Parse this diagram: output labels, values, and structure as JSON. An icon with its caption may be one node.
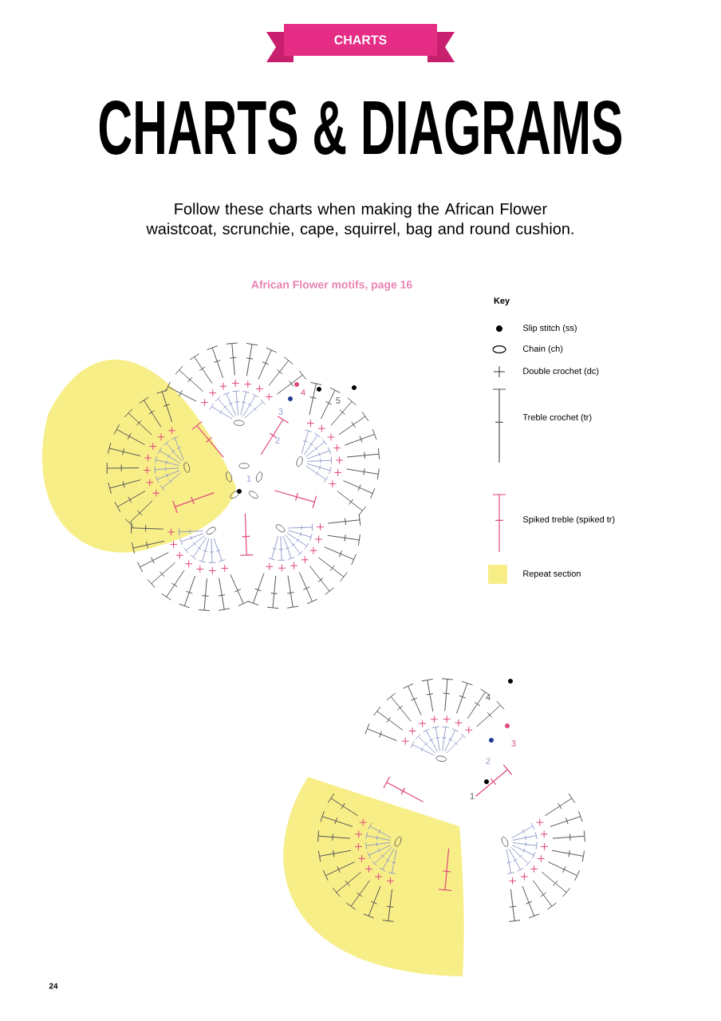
{
  "diagram": {
    "title": "CHARTS & DIAGRAMS",
    "labels": [
      "CHARTS",
      "Follow these charts when making the African Flower waistcoat, scrunchie, cape, squirrel, bag and round cushion.",
      "African Flower motifs, page 16",
      "Key",
      "1",
      "2",
      "3",
      "4",
      "5",
      "1",
      "2",
      "3",
      "4",
      "24"
    ],
    "legend": [
      {
        "text": "Slip stitch (ss)"
      },
      {
        "text": "Chain (ch)"
      },
      {
        "text": "Double crochet (dc)"
      },
      {
        "text": "Treble crochet (tr)"
      },
      {
        "text": "Spiked treble (spiked tr)"
      },
      {
        "text": "Repeat section",
        "color": "#f8ee88"
      }
    ]
  }
}
